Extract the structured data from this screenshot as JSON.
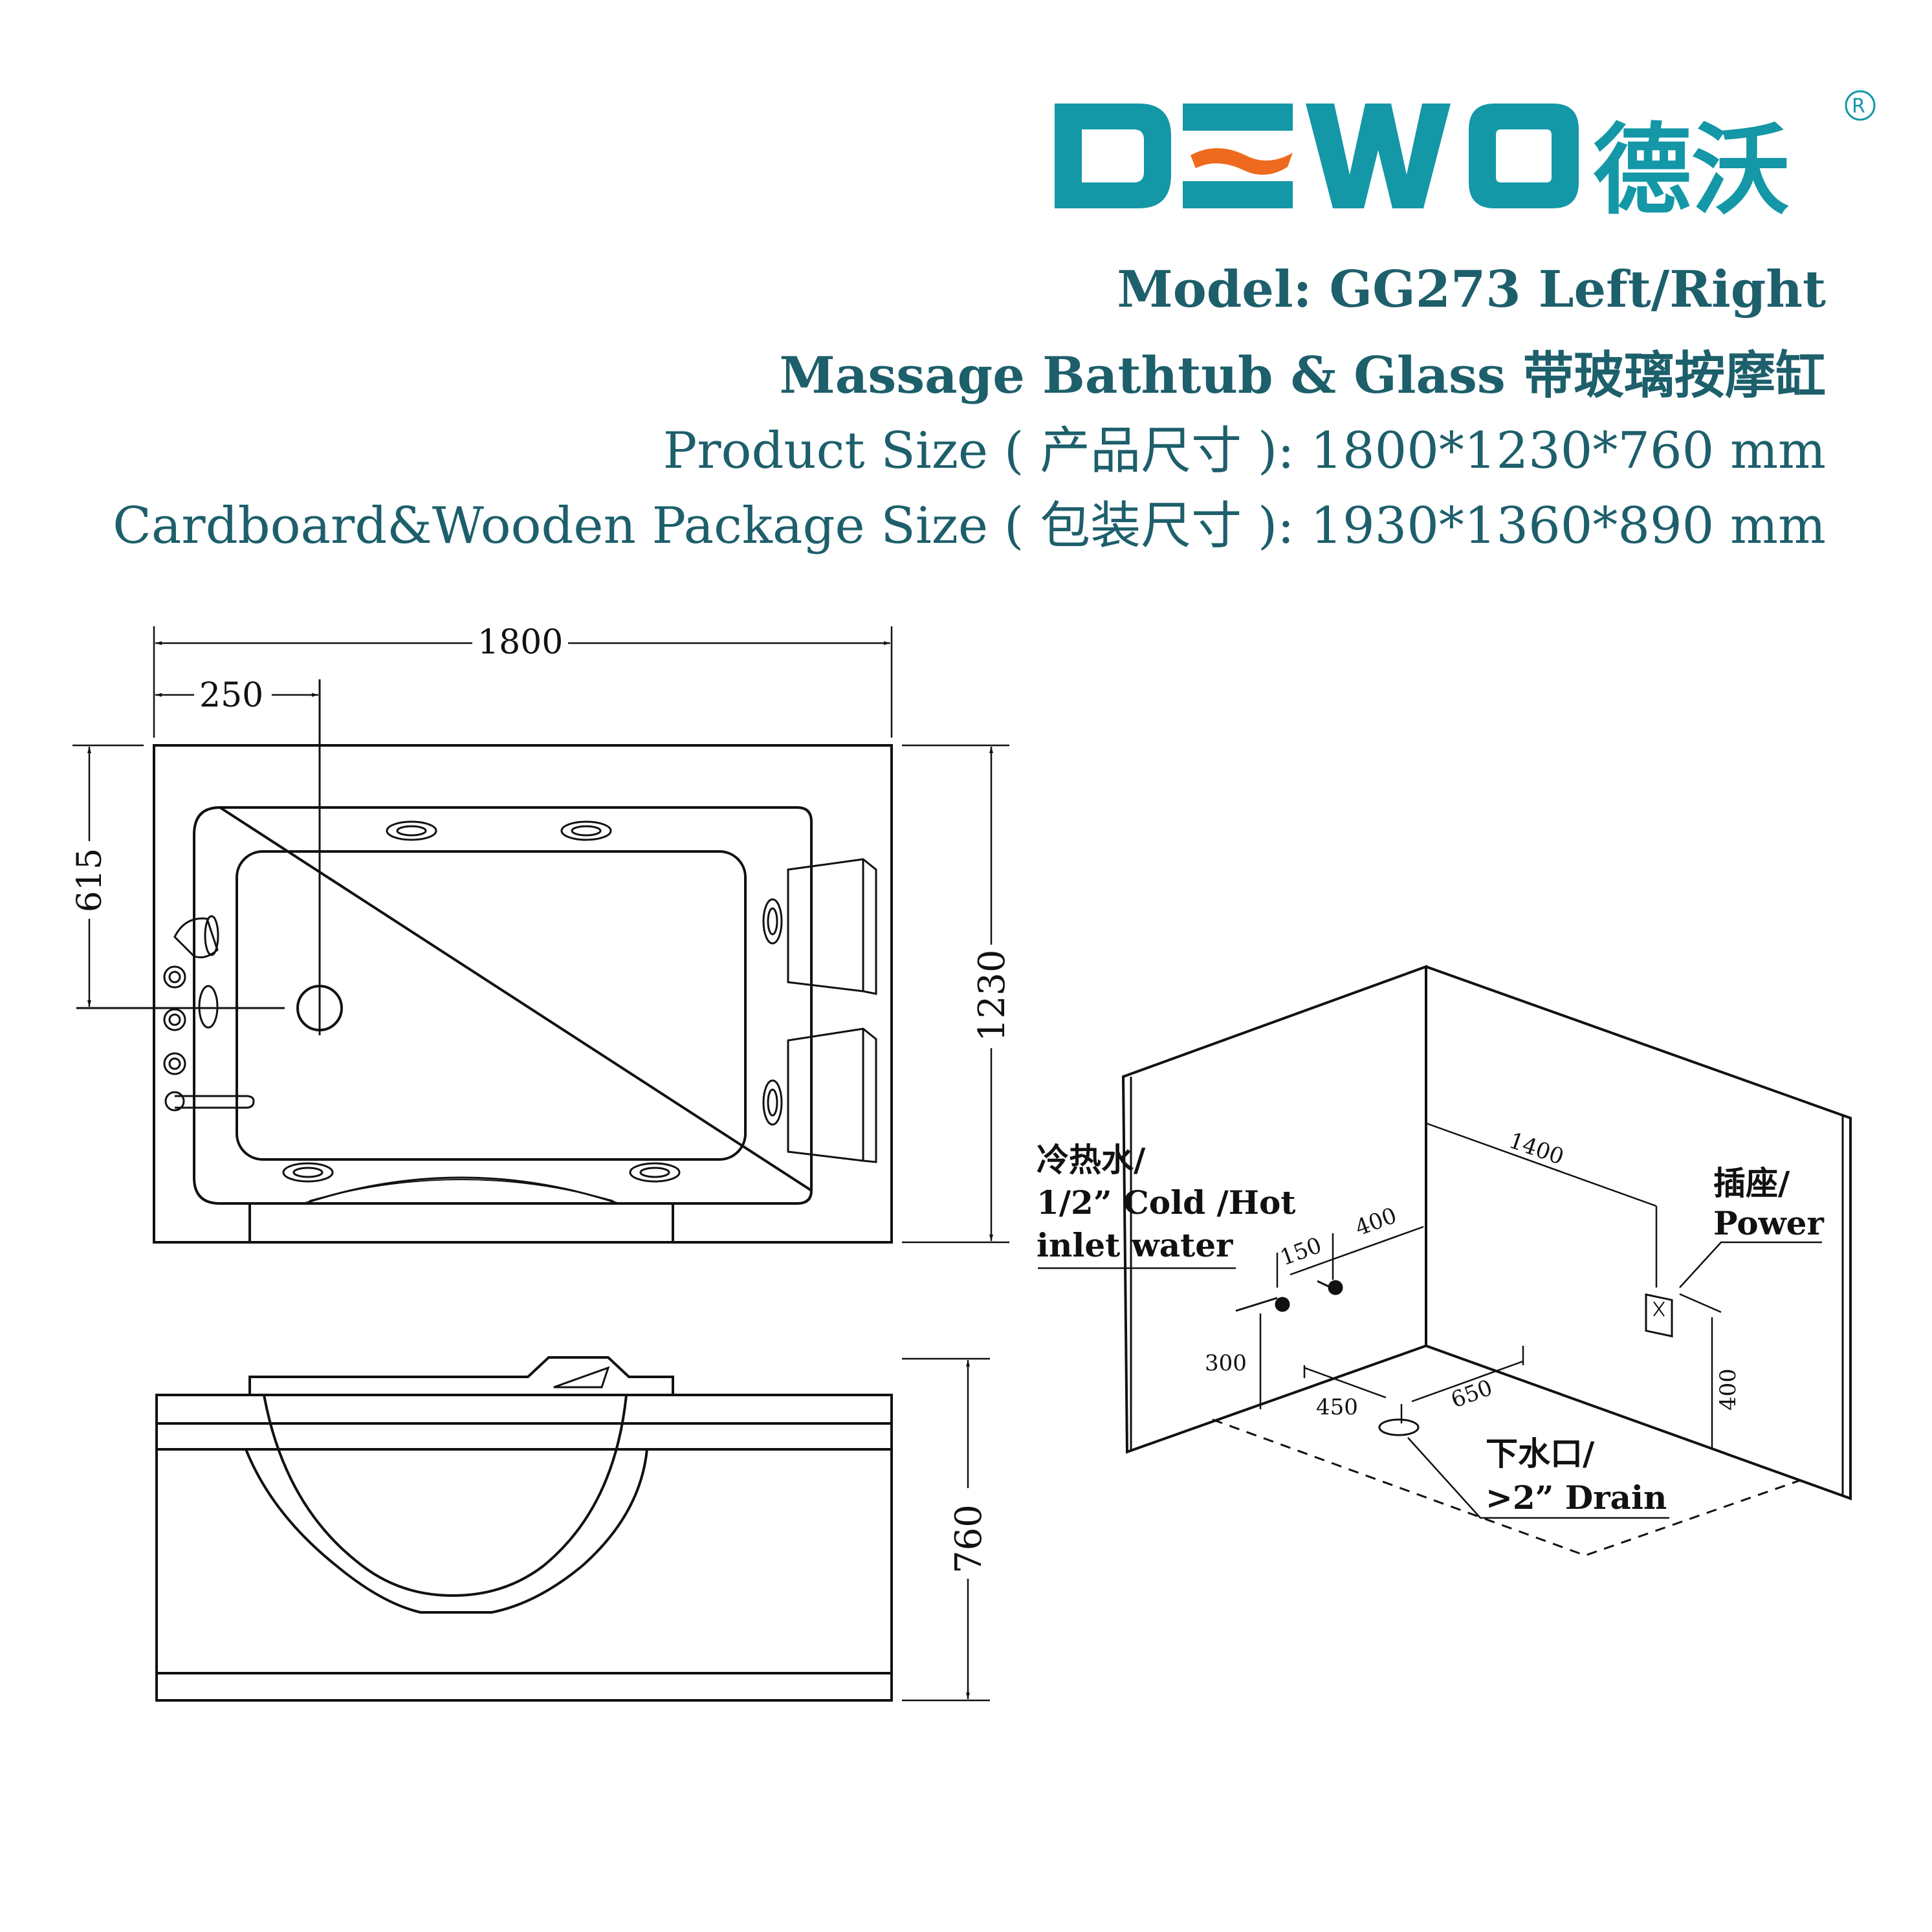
{
  "brand": {
    "logo_text": "DEWO",
    "logo_cn": "德沃",
    "registered": "®",
    "color_primary": "#1497a6",
    "color_accent": "#ee6a1e"
  },
  "header": {
    "model": "Model: GG273 Left/Right",
    "product_name": "Massage Bathtub & Glass 带玻璃按摩缸",
    "product_size": "Product Size ( 产品尺寸 ):  1800*1230*760 mm",
    "package_size": "Cardboard&Wooden Package Size ( 包装尺寸 ):  1930*1360*890 mm",
    "text_color": "#1d5f6b"
  },
  "top_view": {
    "dim_length": "1800",
    "dim_drain_offset": "250",
    "dim_width": "1230",
    "dim_drain_depth": "615"
  },
  "side_view": {
    "dim_height": "760"
  },
  "installation": {
    "water_label_cn": "冷热水/",
    "water_label_size": "1/2” Cold /Hot",
    "water_label_en": "inlet water",
    "power_label_cn": "插座/",
    "power_label_en": "Power",
    "drain_label_cn": "下水口/",
    "drain_label_en": ">2” Drain",
    "dim_1400": "1400",
    "dim_400_top": "400",
    "dim_150": "150",
    "dim_300": "300",
    "dim_450": "450",
    "dim_650": "650",
    "dim_400_right": "400"
  }
}
